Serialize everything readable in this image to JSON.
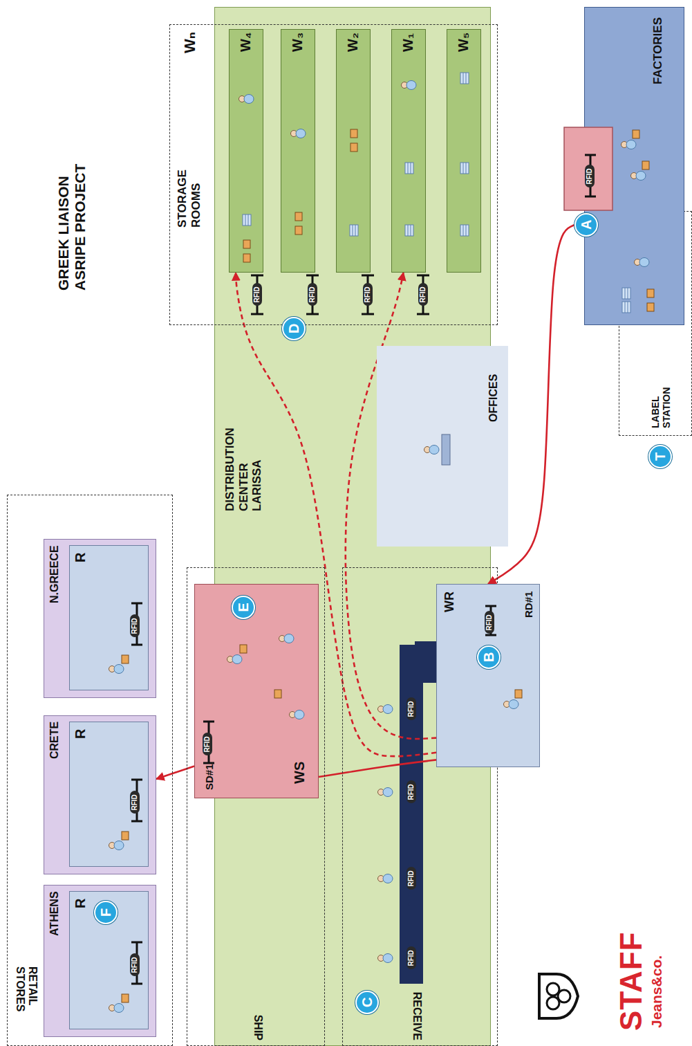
{
  "diagram": {
    "title": "GREEK LIAISON ASRIPE PROJECT",
    "nodes": [
      {
        "text": [
          "RETAIL STORES"
        ]
      },
      {
        "text": [
          "N.GREECE"
        ],
        "in": 0
      },
      {
        "text": [
          "R"
        ],
        "in": 1
      },
      {
        "text": [
          "CRETE"
        ],
        "in": 0
      },
      {
        "text": [
          "R"
        ],
        "in": 3
      },
      {
        "text": [
          "ATHENS"
        ],
        "in": 0
      },
      {
        "text": [
          "R"
        ],
        "in": 5
      },
      {
        "text": [
          "F"
        ],
        "in": 6
      },
      {
        "text": [
          "SHIP"
        ]
      },
      {
        "text": [
          "WS",
          "SD#1"
        ],
        "in": 8
      },
      {
        "text": [
          "E"
        ],
        "in": 9
      },
      {
        "text": [
          "RECEIVE"
        ]
      },
      {
        "text": [
          "WR",
          "RD#1"
        ],
        "in": 11
      },
      {
        "text": [
          "B"
        ],
        "in": 12
      },
      {
        "text": [
          "C"
        ],
        "in": 11
      },
      {
        "text": [
          "DISTRIBUTION CENTER LARISSA"
        ]
      },
      {
        "text": [
          "OFFICES"
        ]
      },
      {
        "text": [
          "STORAGE ROOMS",
          "Wₙ"
        ]
      },
      {
        "text": [
          "W₄"
        ],
        "in": 17
      },
      {
        "text": [
          "W₃"
        ],
        "in": 17
      },
      {
        "text": [
          "W₂"
        ],
        "in": 17
      },
      {
        "text": [
          "W₁"
        ],
        "in": 17
      },
      {
        "text": [
          "W₅"
        ],
        "in": 17
      },
      {
        "text": [
          "D"
        ]
      },
      {
        "text": [
          "FACTORIES"
        ]
      },
      {
        "text": [
          "A"
        ]
      },
      {
        "text": [
          "LABEL STATION"
        ]
      },
      {
        "text": [
          "T"
        ]
      }
    ],
    "edges": [
      {
        "from": 25,
        "to": 12,
        "arrow": "to"
      },
      {
        "from": 12,
        "to": 18,
        "arrow": "to"
      },
      {
        "from": 12,
        "to": 21,
        "arrow": "to"
      },
      {
        "from": 12,
        "to": 9,
        "arrow": "none"
      },
      {
        "from": 9,
        "to": 3,
        "arrow": "to"
      }
    ],
    "labels": [
      "RFID",
      "RFID",
      "RFID",
      "RFID",
      "RFID",
      "RFID",
      "RFID",
      "RFID",
      "RFID",
      "RFID",
      "RFID",
      "RFID",
      "RFID",
      "RFID",
      "STAFF",
      "Jeans&co."
    ]
  }
}
